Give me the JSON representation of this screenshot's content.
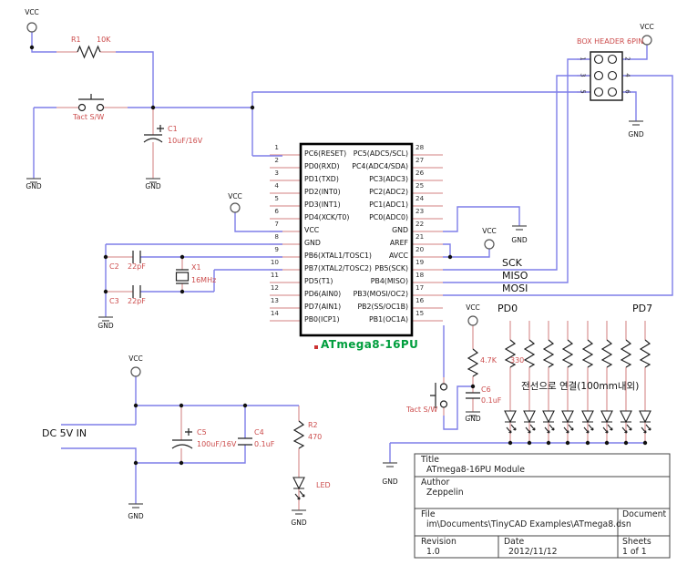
{
  "labels": {
    "vcc": "VCC",
    "gnd": "GND"
  },
  "components": {
    "r1": {
      "ref": "R1",
      "value": "10K"
    },
    "tact_sw1": {
      "label": "Tact S/W"
    },
    "c1": {
      "ref": "C1",
      "value": "10uF/16V"
    },
    "c2": {
      "ref": "C2",
      "value": "22pF"
    },
    "c3": {
      "ref": "C3",
      "value": "22pF"
    },
    "x1": {
      "ref": "X1",
      "value": "16MHz"
    },
    "c4": {
      "ref": "C4",
      "value": "0.1uF"
    },
    "c5": {
      "ref": "C5",
      "value": "100uF/16V"
    },
    "c6": {
      "ref": "C6",
      "value": "0.1uF"
    },
    "r2": {
      "ref": "R2",
      "value": "470"
    },
    "r3": {
      "value": "4.7K"
    },
    "r_array": {
      "value": "330"
    },
    "led": {
      "label": "LED"
    },
    "tact_sw2": {
      "label": "Tact S/W"
    },
    "header": {
      "label": "BOX HEADER 6PIN",
      "pins": [
        "1",
        "2",
        "3",
        "4",
        "5",
        "6"
      ]
    }
  },
  "ic": {
    "label": "ATmega8-16PU",
    "left_pins": [
      {
        "num": "1",
        "name": "PC6(RESET)"
      },
      {
        "num": "2",
        "name": "PD0(RXD)"
      },
      {
        "num": "3",
        "name": "PD1(TXD)"
      },
      {
        "num": "4",
        "name": "PD2(INT0)"
      },
      {
        "num": "5",
        "name": "PD3(INT1)"
      },
      {
        "num": "6",
        "name": "PD4(XCK/T0)"
      },
      {
        "num": "7",
        "name": "VCC"
      },
      {
        "num": "8",
        "name": "GND"
      },
      {
        "num": "9",
        "name": "PB6(XTAL1/TOSC1)"
      },
      {
        "num": "10",
        "name": "PB7(XTAL2/TOSC2)"
      },
      {
        "num": "11",
        "name": "PD5(T1)"
      },
      {
        "num": "12",
        "name": "PD6(AIN0)"
      },
      {
        "num": "13",
        "name": "PD7(AIN1)"
      },
      {
        "num": "14",
        "name": "PB0(ICP1)"
      }
    ],
    "right_pins": [
      {
        "num": "28",
        "name": "PC5(ADC5/SCL)"
      },
      {
        "num": "27",
        "name": "PC4(ADC4/SDA)"
      },
      {
        "num": "26",
        "name": "PC3(ADC3)"
      },
      {
        "num": "25",
        "name": "PC2(ADC2)"
      },
      {
        "num": "24",
        "name": "PC1(ADC1)"
      },
      {
        "num": "23",
        "name": "PC0(ADC0)"
      },
      {
        "num": "22",
        "name": "GND"
      },
      {
        "num": "21",
        "name": "AREF"
      },
      {
        "num": "20",
        "name": "AVCC"
      },
      {
        "num": "19",
        "name": "PB5(SCK)"
      },
      {
        "num": "18",
        "name": "PB4(MISO)"
      },
      {
        "num": "17",
        "name": "PB3(MOSI/OC2)"
      },
      {
        "num": "16",
        "name": "PB2(SS/OC1B)"
      },
      {
        "num": "15",
        "name": "PB1(OC1A)"
      }
    ]
  },
  "nets": {
    "sck": "SCK",
    "miso": "MISO",
    "mosi": "MOSI",
    "pd0": "PD0",
    "pd7": "PD7",
    "dc_in": "DC 5V IN"
  },
  "notes": {
    "wire_note": "전선으로 연결(100mm내외)"
  },
  "title_block": {
    "title_label": "Title",
    "title": "ATmega8-16PU Module",
    "author_label": "Author",
    "author": "Zeppelin",
    "file_label": "File",
    "file": "im\\Documents\\TinyCAD Examples\\ATmega8.dsn",
    "document_label": "Document",
    "document": "",
    "revision_label": "Revision",
    "revision": "1.0",
    "date_label": "Date",
    "date": "2012/11/12",
    "sheets_label": "Sheets",
    "sheets": "1 of 1"
  },
  "colors": {
    "wire": "#7e7ee8",
    "lead": "#dc9a9a",
    "label_red": "#cc4c4c",
    "ic_green": "#009e3d",
    "text": "#111111"
  }
}
